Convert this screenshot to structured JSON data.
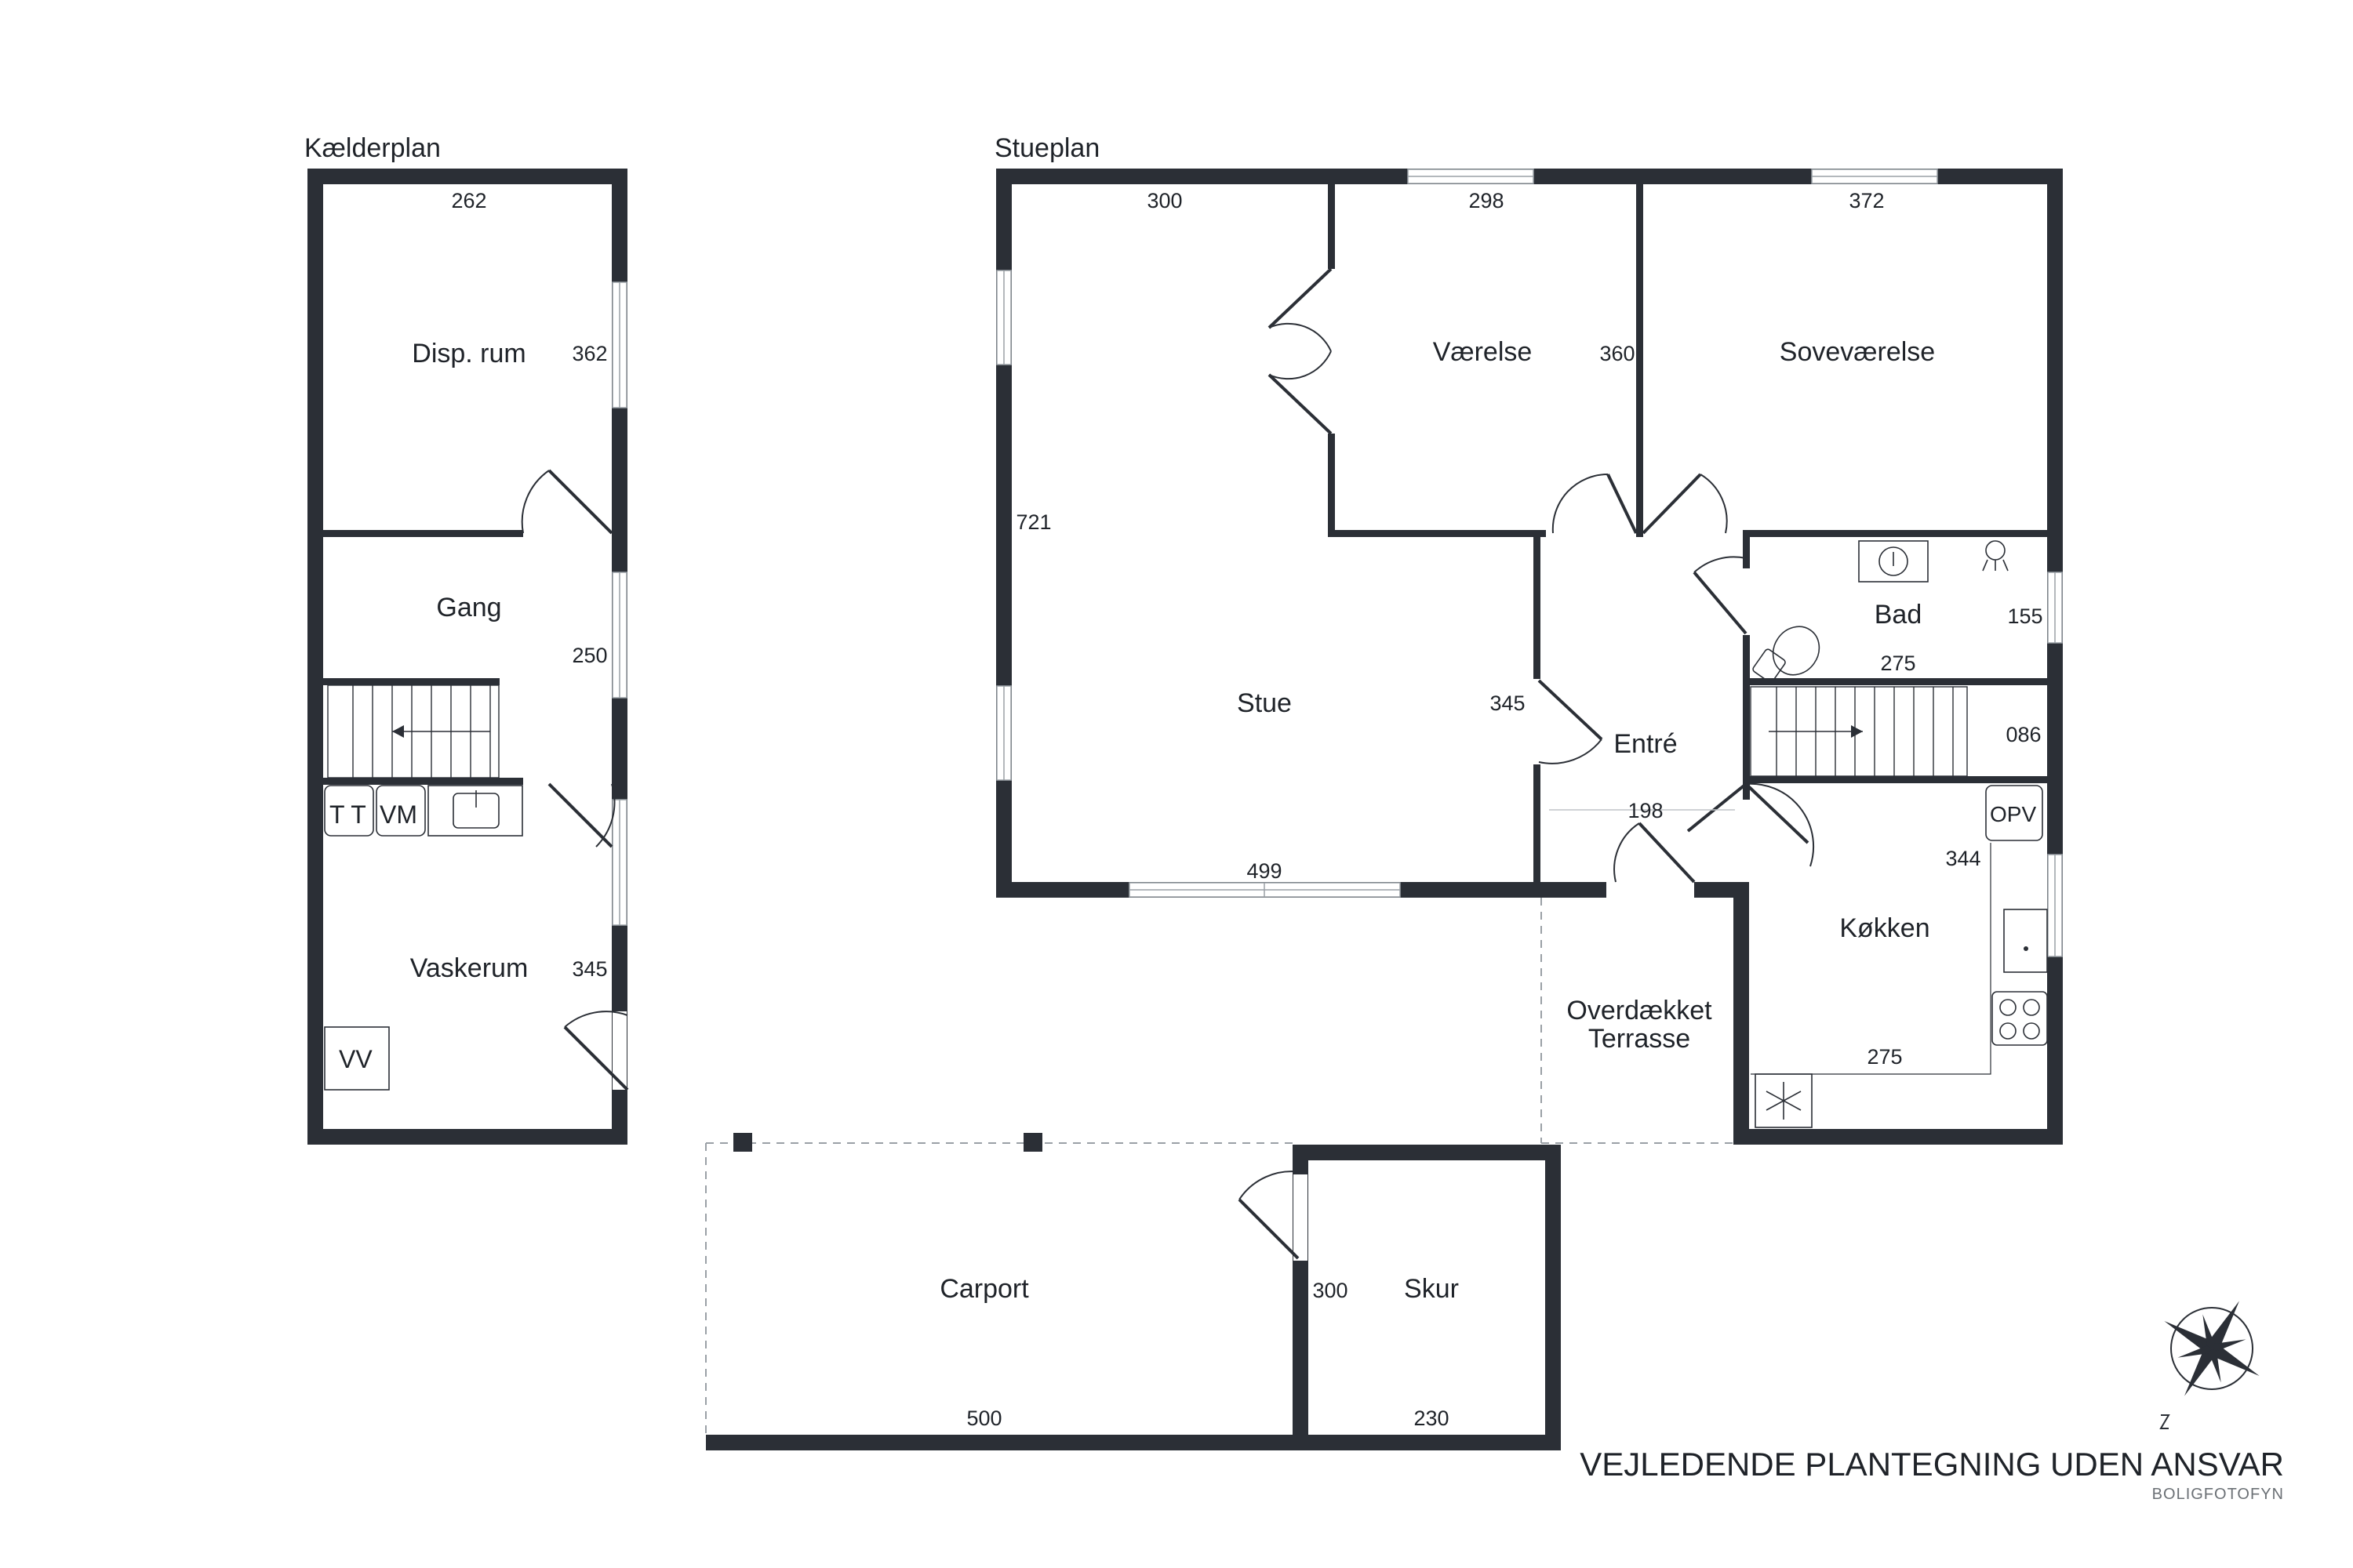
{
  "plans": {
    "basement_title": "Kælderplan",
    "ground_title": "Stueplan"
  },
  "rooms": {
    "disp_rum": "Disp. rum",
    "gang": "Gang",
    "vaskerum": "Vaskerum",
    "stue": "Stue",
    "vaerelse": "Værelse",
    "sovevaerelse": "Soveværelse",
    "bad": "Bad",
    "entre": "Entré",
    "koekken": "Køkken",
    "terrasse_line1": "Overdækket",
    "terrasse_line2": "Terrasse",
    "carport": "Carport",
    "skur": "Skur"
  },
  "dimensions": {
    "disp_width": "262",
    "disp_depth": "362",
    "gang_depth": "250",
    "vask_depth": "345",
    "stue_top": "300",
    "stue_side": "721",
    "stue_bottom": "499",
    "stue_inner": "345",
    "vaer_width": "298",
    "vaer_depth": "360",
    "sove_width": "372",
    "bad_width": "275",
    "bad_depth": "155",
    "stair_depth": "086",
    "entre_width": "198",
    "koek_depth": "344",
    "koek_width": "275",
    "carport_width": "500",
    "skur_depth": "300",
    "skur_width": "230"
  },
  "fixtures": {
    "tt": "T T",
    "vm": "VM",
    "vv": "VV",
    "opv": "OPV"
  },
  "footer": {
    "disclaimer": "VEJLEDENDE PLANTEGNING UDEN ANSVAR",
    "credit": "BOLIGFOTOFYN"
  },
  "icons": {
    "compass": "compass-rose-icon"
  },
  "colors": {
    "wall": "#2b2f36",
    "window": "#9aa0a6"
  }
}
